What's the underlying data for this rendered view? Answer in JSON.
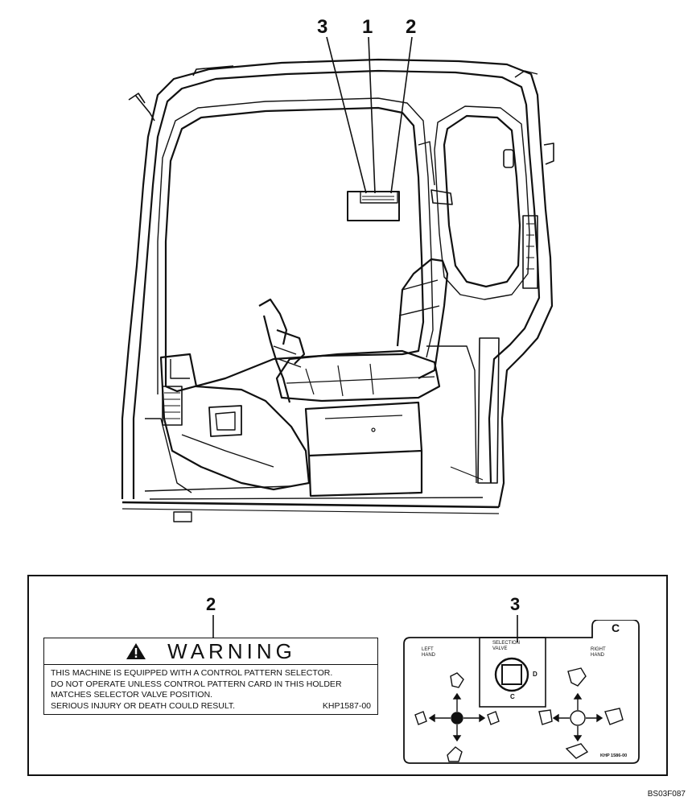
{
  "callouts": {
    "top": [
      "3",
      "1",
      "2"
    ]
  },
  "warning_label": {
    "number": "2",
    "heading": "WARNING",
    "lines": [
      "THIS MACHINE IS EQUIPPED WITH A CONTROL PATTERN SELECTOR.",
      "DO NOT OPERATE UNLESS CONTROL PATTERN CARD IN THIS HOLDER",
      "MATCHES SELECTOR VALVE POSITION.",
      "SERIOUS INJURY OR DEATH COULD RESULT."
    ],
    "part_number": "KHP1587-00",
    "icon": "warning-triangle-icon"
  },
  "pattern_card": {
    "number": "3",
    "tab_letter": "C",
    "left_hand_label": "LEFT HAND",
    "right_hand_label": "RIGHT HAND",
    "selection_valve_label": "SELECTION VALVE",
    "valve_letters": [
      "D",
      "C"
    ],
    "part_number": "KHP 1586-00"
  },
  "figure_id": "BS03F087"
}
